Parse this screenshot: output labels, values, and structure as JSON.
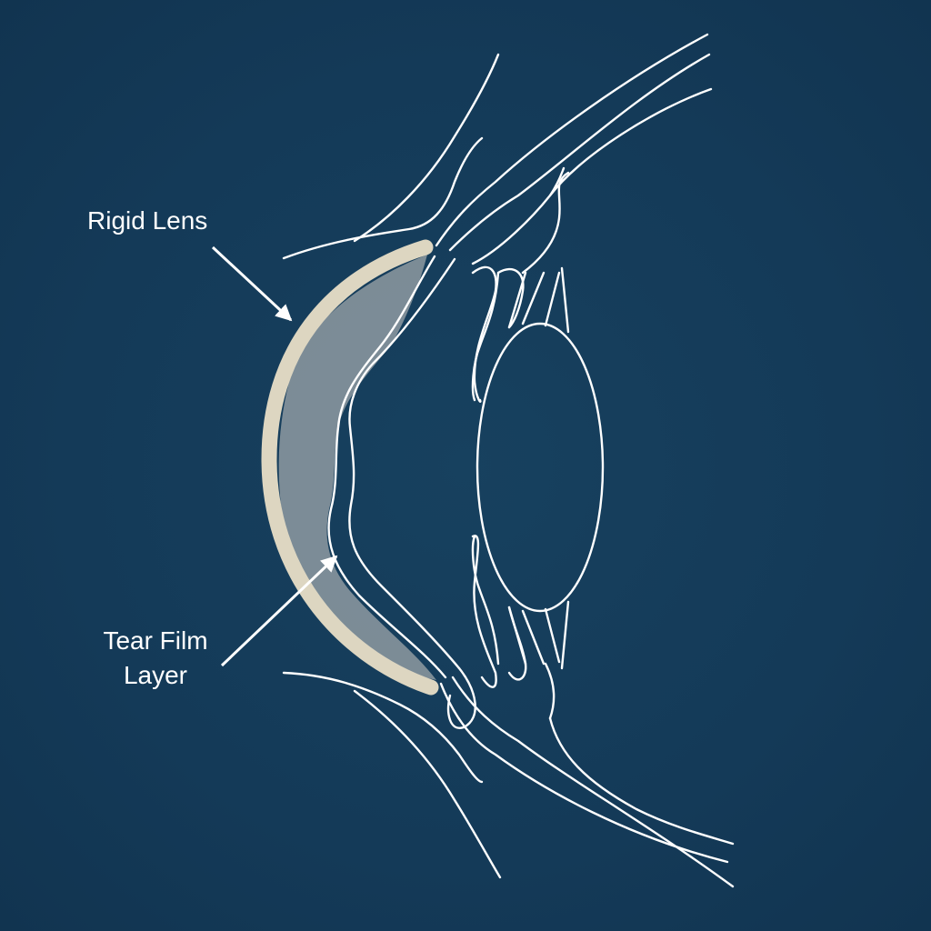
{
  "labels": {
    "rigid_lens": "Rigid Lens",
    "tear_film_line1": "Tear Film",
    "tear_film_line2": "Layer"
  },
  "colors": {
    "background": "#143a58",
    "line": "#ffffff",
    "rigid_lens": "#ddd6c1",
    "tear_film": "#8e9aa1"
  }
}
